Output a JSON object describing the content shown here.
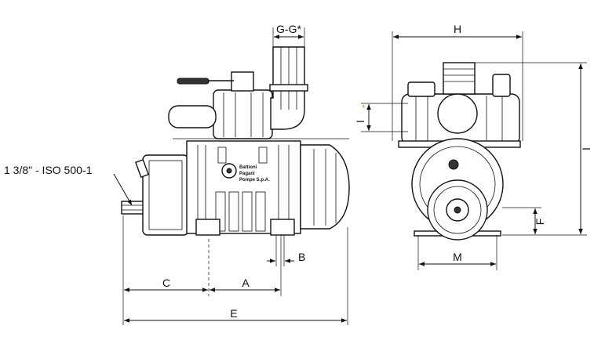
{
  "drawing": {
    "dimensions": {
      "g_g": "G-G*",
      "h": "H",
      "i": "I",
      "i_star": "I",
      "i_star_mark": "*",
      "f": "F",
      "m": "M",
      "c": "C",
      "a": "A",
      "b": "B",
      "e": "E"
    },
    "shaft_callout": "1 3/8\" - ISO 500-1",
    "logo_text": [
      "Battioni",
      "Pagani",
      "Pompe S.p.A."
    ],
    "colors": {
      "line": "#111111",
      "asterisk": "#d4a017"
    }
  }
}
